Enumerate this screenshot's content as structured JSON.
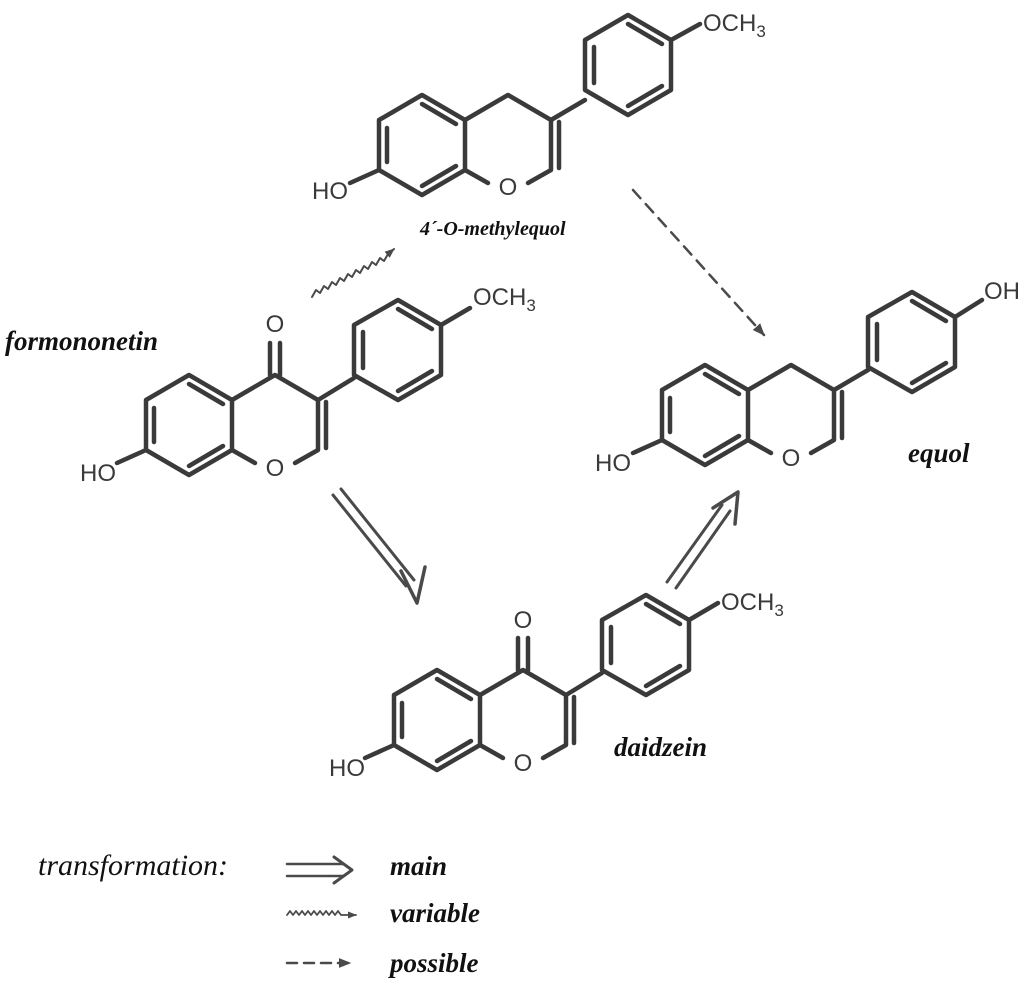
{
  "compounds": {
    "methylequol": {
      "name": "4´-O-methylequol",
      "atoms": {
        "substituent": "OCH3",
        "ring_o": "O",
        "hydroxyl": "HO"
      }
    },
    "formononetin": {
      "name": "formononetin",
      "atoms": {
        "substituent": "OCH3",
        "carbonyl": "O",
        "ring_o": "O",
        "hydroxyl": "HO"
      }
    },
    "equol": {
      "name": "equol",
      "atoms": {
        "substituent": "OH",
        "ring_o": "O",
        "hydroxyl": "HO"
      }
    },
    "daidzein": {
      "name": "daidzein",
      "atoms": {
        "substituent": "OCH3",
        "carbonyl": "O",
        "ring_o": "O",
        "hydroxyl": "HO"
      }
    }
  },
  "legend": {
    "title": "transformation:",
    "items": [
      {
        "style": "main",
        "label": "main"
      },
      {
        "style": "variable",
        "label": "variable"
      },
      {
        "style": "possible",
        "label": "possible"
      }
    ]
  },
  "colors": {
    "ink": "#3a3a3a",
    "arrow": "#4a4a4a",
    "label": "#111111"
  }
}
